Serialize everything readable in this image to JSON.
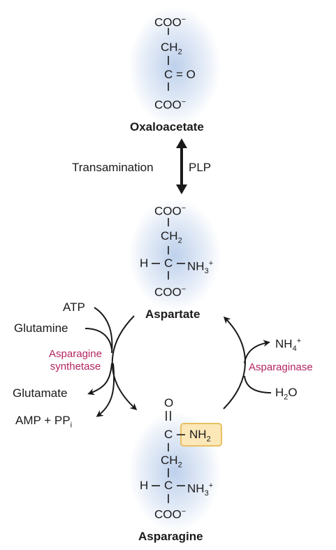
{
  "molecules": {
    "oxaloacetate": {
      "name": "Oxaloacetate",
      "coo_top": "COO",
      "ch2": "CH",
      "c_eq": "C",
      "eq_o": "= O",
      "coo_bottom": "COO"
    },
    "aspartate": {
      "name": "Aspartate",
      "coo_top": "COO",
      "ch2": "CH",
      "h_left": "H",
      "c_center": "C",
      "nh3": "NH",
      "coo_bottom": "COO"
    },
    "asparagine": {
      "name": "Asparagine",
      "o_top": "O",
      "c_amide": "C",
      "nh2": "NH",
      "ch2": "CH",
      "h_left": "H",
      "c_center": "C",
      "nh3": "NH",
      "coo_bottom": "COO"
    }
  },
  "reactions": {
    "transamination": {
      "label": "Transamination",
      "cofactor": "PLP"
    },
    "synthetase": {
      "enzyme_line1": "Asparagine",
      "enzyme_line2": "synthetase",
      "atp": "ATP",
      "glutamine": "Glutamine",
      "glutamate": "Glutamate",
      "amp": "AMP + PP",
      "pp_sub": "i"
    },
    "asparaginase": {
      "enzyme": "Asparaginase",
      "nh4": "NH",
      "nh4_sub": "4",
      "nh4_sup": "+",
      "h2o_h": "H",
      "h2o_sub": "2",
      "h2o_o": "O"
    }
  },
  "symbols": {
    "minus": "−",
    "plus": "+",
    "two": "2",
    "three": "3"
  },
  "colors": {
    "enzyme": "#b3245f",
    "glow": "#b2c8e8",
    "box_fill": "#fbe7b8",
    "box_border": "#e8bf62"
  }
}
